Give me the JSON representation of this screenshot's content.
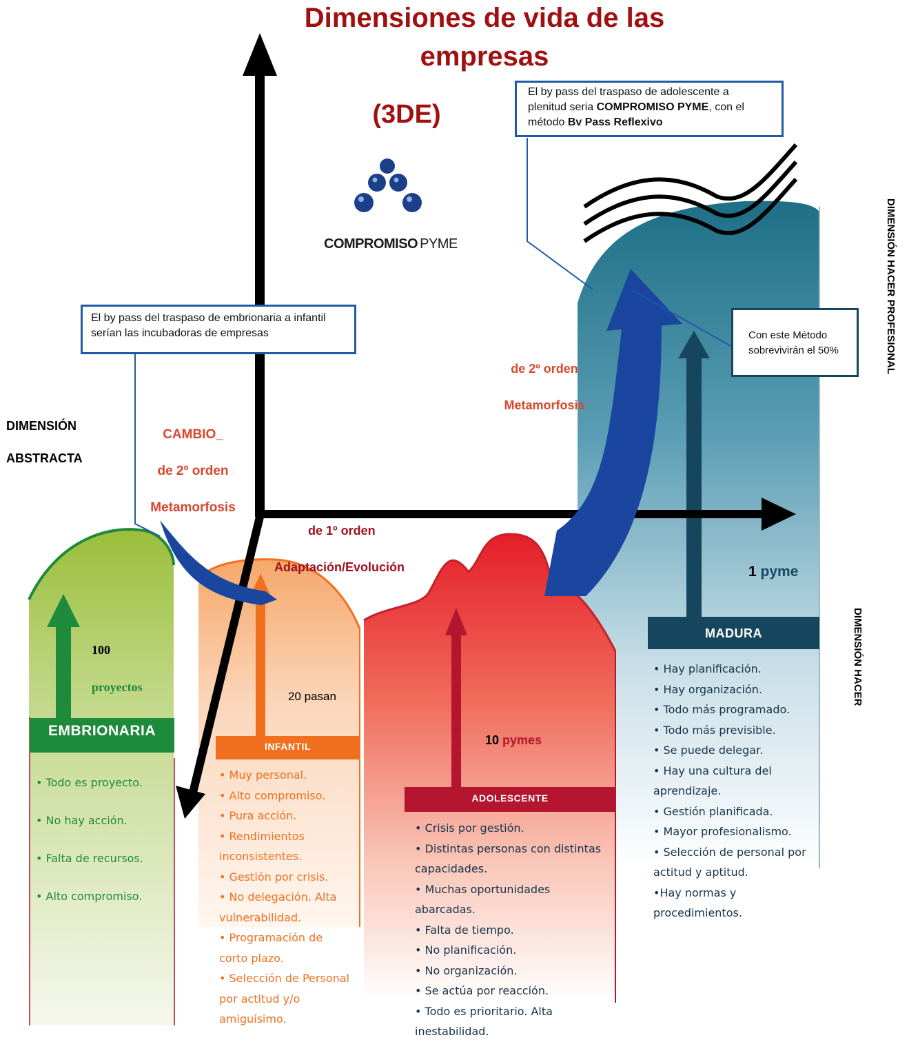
{
  "title_line1": "Dimensiones de vida de las",
  "title_line2": "empresas",
  "subtitle": "(3DE)",
  "logo": {
    "text_bold": "COMPROMISO",
    "text_light": "PYME"
  },
  "notes": {
    "embrionaria": "El by pass del traspaso de embrionaria a infantil serían las incubadoras de empresas",
    "adolescente_pre": "El by pass del traspaso de adolescente a plenitud seria ",
    "adolescente_bold1": "COMPROMISO PYME",
    "adolescente_mid": ", con el método ",
    "adolescente_bold2": "Bv Pass Reflexivo",
    "metodo": "Con este Método sobrevivirán el 50%"
  },
  "left_dimension": {
    "line1": "DIMENSIÓN",
    "line2": "ABSTRACTA"
  },
  "right_dimensions": {
    "profesional": "DIMENSIÓN HACER PROFESIONAL",
    "hacer": "DIMENSIÓN HACER"
  },
  "change_left": {
    "line1": "CAMBIO_",
    "line2": "de 2º orden",
    "line3": "Metamorfosis"
  },
  "change_first": {
    "line1": "de 1º orden",
    "line2": "Adaptación/Evolución"
  },
  "change_right": {
    "line1": "de 2º orden",
    "line2": "Metamorfosis"
  },
  "counts": {
    "embrionaria_num": "100",
    "embrionaria_word": "proyectos",
    "infantil": "20 pasan",
    "adolescente_num": "10",
    "adolescente_word": "pymes",
    "madura_num": "1",
    "madura_word": "pyme"
  },
  "stages": [
    {
      "name": "EMBRIONARIA",
      "items": [
        "• Todo es proyecto.",
        "• No hay acción.",
        "• Falta de recursos.",
        "• Alto compromiso."
      ]
    },
    {
      "name": "INFANTIL",
      "items": [
        "• Muy personal.",
        "• Alto compromiso.",
        "• Pura acción.",
        "• Rendimientos inconsistentes.",
        "• Gestión por crisis.",
        "• No delegación. Alta vulnerabilidad.",
        "• Programación de corto plazo.",
        "• Selección de Personal por actitud y/o amiguísimo."
      ]
    },
    {
      "name": "ADOLESCENTE",
      "items": [
        "• Crisis por gestión.",
        "• Distintas personas con distintas capacidades.",
        "• Muchas oportunidades abarcadas.",
        "• Falta de tiempo.",
        "• No planificación.",
        "• No organización.",
        "• Se actúa por reacción.",
        "• Todo es prioritario. Alta inestabilidad."
      ]
    },
    {
      "name": "MADURA",
      "items": [
        "• Hay planificación.",
        "• Hay organización.",
        "• Todo más programado.",
        "• Todo más previsible.",
        "• Se puede delegar.",
        "• Hay una cultura del aprendizaje.",
        "• Gestión planificada.",
        "• Mayor profesionalismo.",
        "• Selección de personal por actitud y aptitud.",
        "•Hay normas y procedimientos."
      ]
    }
  ],
  "colors": {
    "title": "#a01010",
    "embrionaria": "#1e8a3c",
    "infantil": "#f07020",
    "adolescente": "#b3162e",
    "madura": "#1a4a63",
    "bypass": "#1a46a0"
  }
}
